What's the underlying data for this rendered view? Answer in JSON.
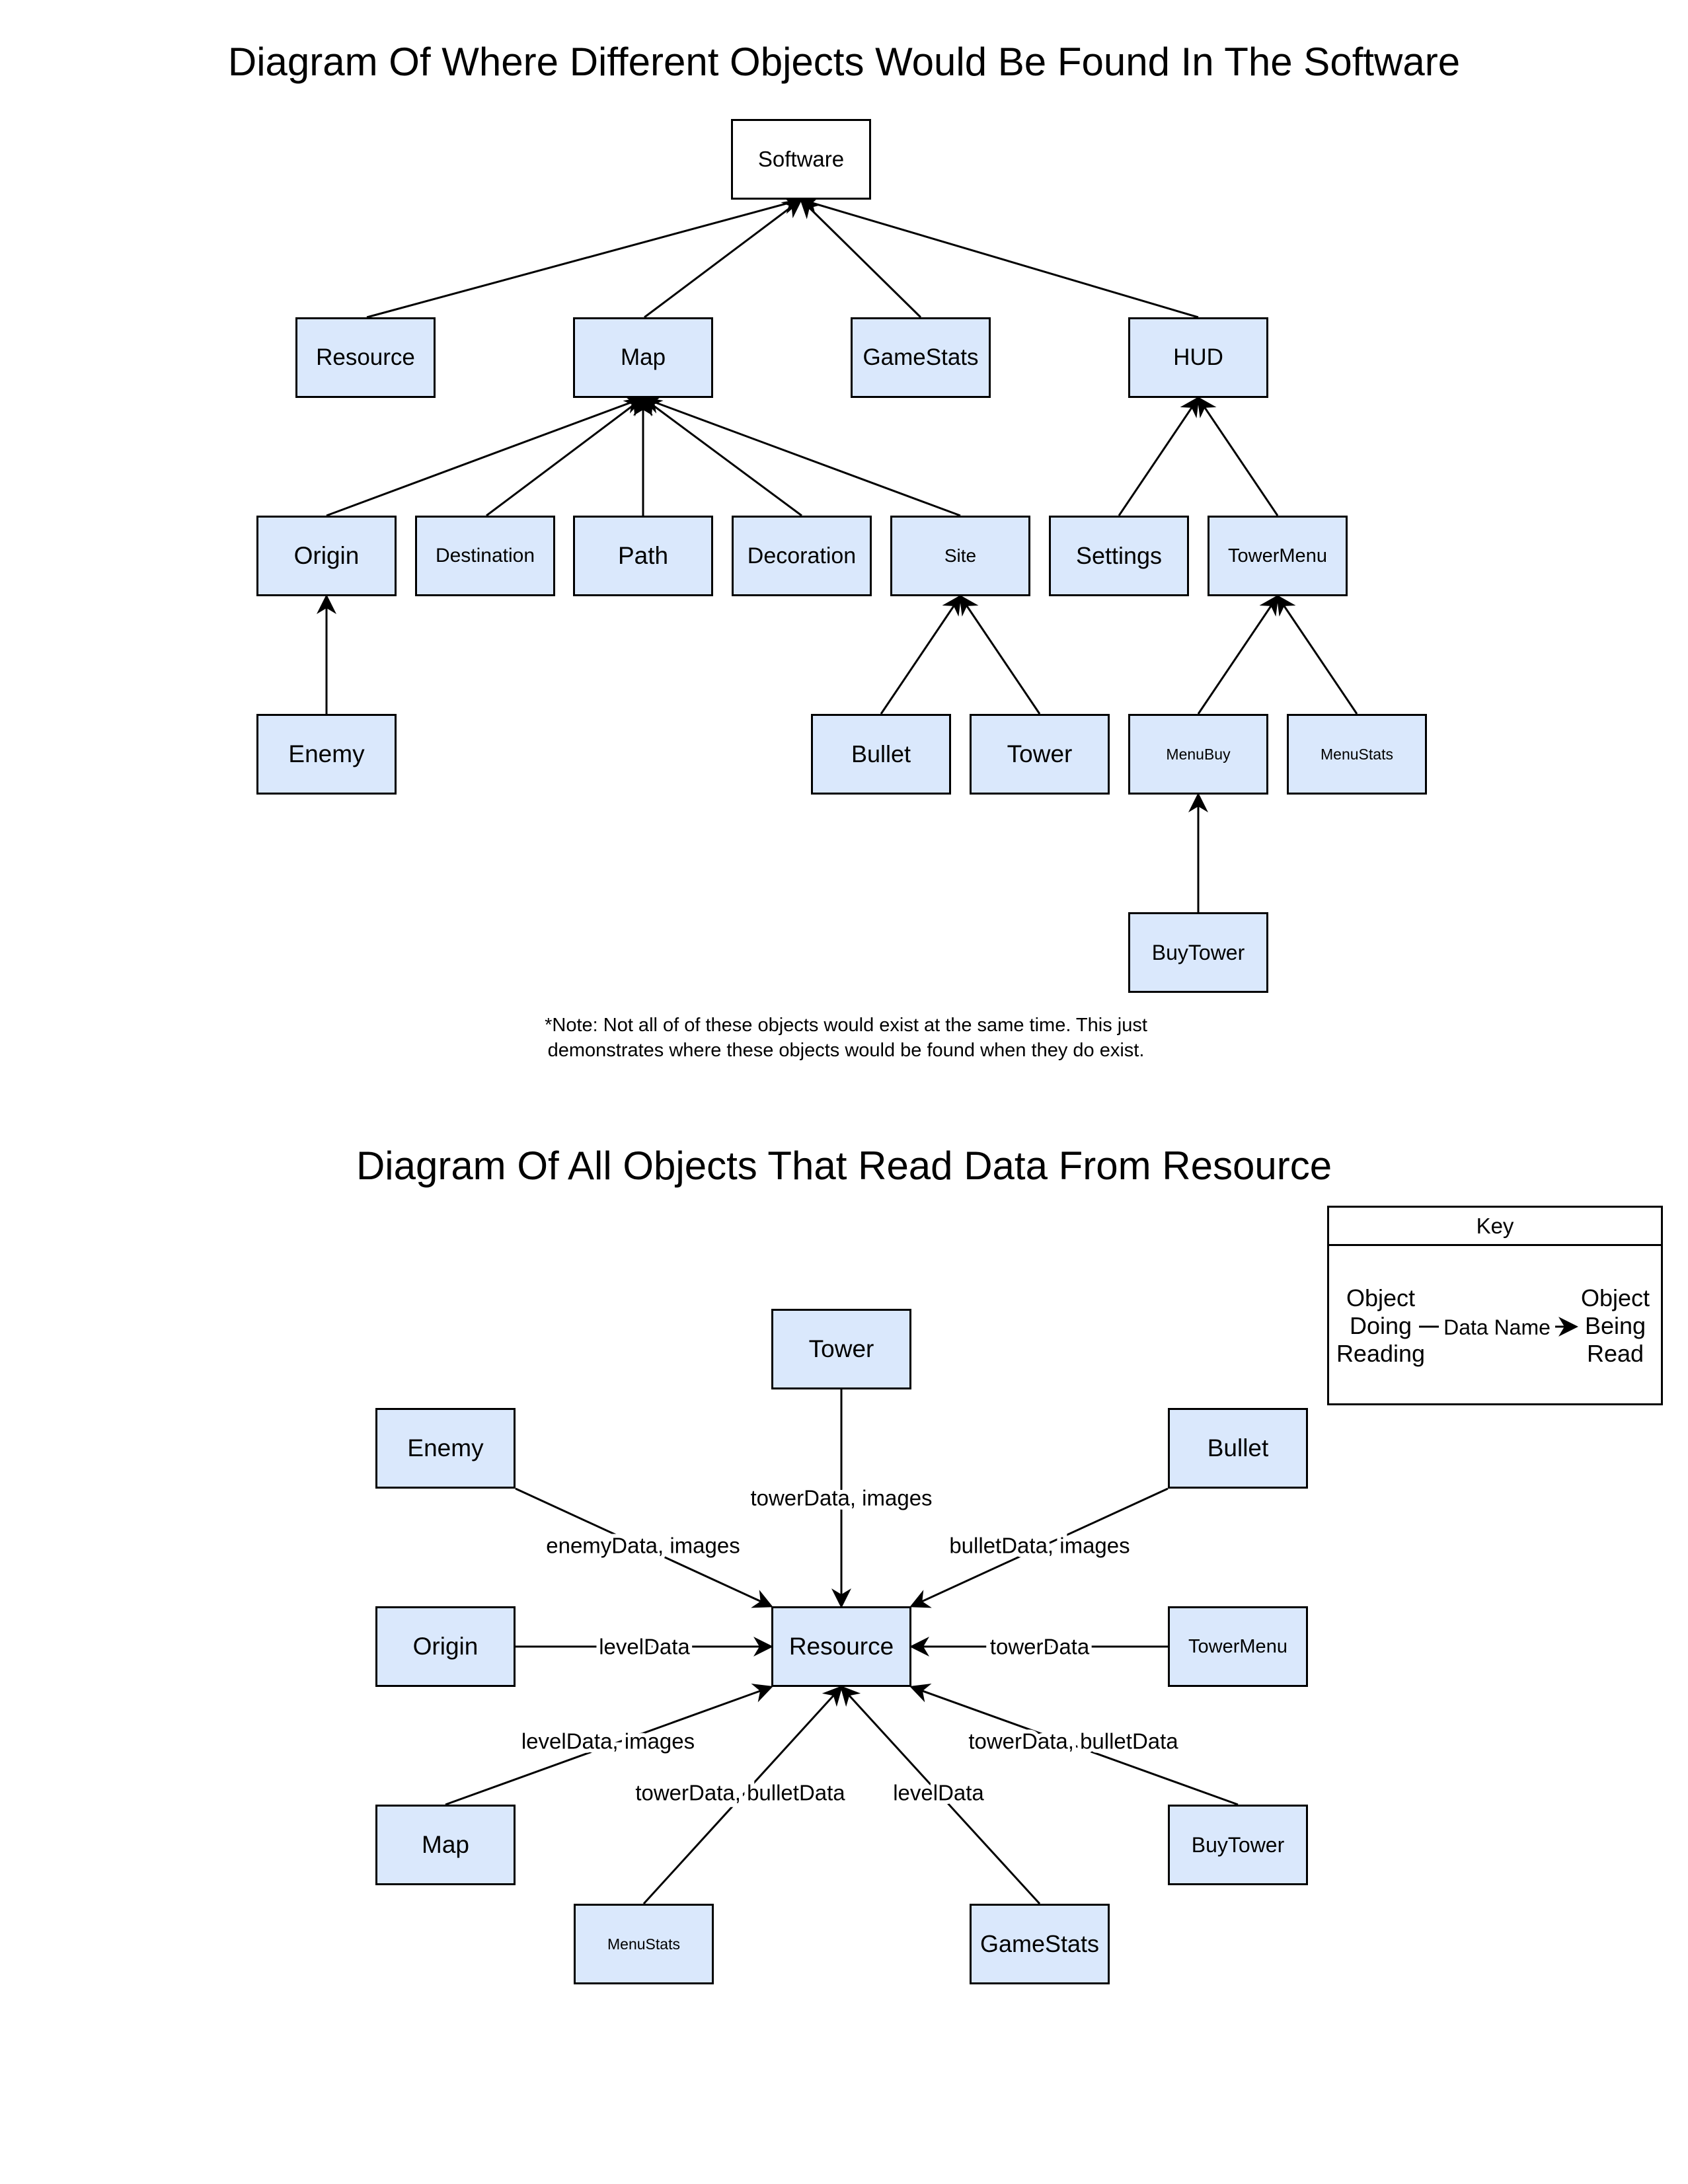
{
  "top_diagram": {
    "title": "Diagram Of Where Different Objects Would Be Found In The Software",
    "note": "*Note: Not all of of these objects would exist at the same time. This just demonstrates where these objects would be found when they do exist.",
    "nodes": [
      {
        "id": "software",
        "label": "Software"
      },
      {
        "id": "resource",
        "label": "Resource"
      },
      {
        "id": "map",
        "label": "Map"
      },
      {
        "id": "gamestats",
        "label": "GameStats"
      },
      {
        "id": "hud",
        "label": "HUD"
      },
      {
        "id": "origin",
        "label": "Origin"
      },
      {
        "id": "destination",
        "label": "Destination"
      },
      {
        "id": "path",
        "label": "Path"
      },
      {
        "id": "decoration",
        "label": "Decoration"
      },
      {
        "id": "site",
        "label": "Site"
      },
      {
        "id": "settings",
        "label": "Settings"
      },
      {
        "id": "towermenu",
        "label": "TowerMenu"
      },
      {
        "id": "enemy",
        "label": "Enemy"
      },
      {
        "id": "bullet",
        "label": "Bullet"
      },
      {
        "id": "tower",
        "label": "Tower"
      },
      {
        "id": "menubuy",
        "label": "MenuBuy"
      },
      {
        "id": "menustats",
        "label": "MenuStats"
      },
      {
        "id": "buytower",
        "label": "BuyTower"
      }
    ],
    "edges": [
      {
        "from": "resource",
        "to": "software"
      },
      {
        "from": "map",
        "to": "software"
      },
      {
        "from": "gamestats",
        "to": "software"
      },
      {
        "from": "hud",
        "to": "software"
      },
      {
        "from": "origin",
        "to": "map"
      },
      {
        "from": "destination",
        "to": "map"
      },
      {
        "from": "path",
        "to": "map"
      },
      {
        "from": "decoration",
        "to": "map"
      },
      {
        "from": "site",
        "to": "map"
      },
      {
        "from": "settings",
        "to": "hud"
      },
      {
        "from": "towermenu",
        "to": "hud"
      },
      {
        "from": "enemy",
        "to": "origin"
      },
      {
        "from": "bullet",
        "to": "site"
      },
      {
        "from": "tower",
        "to": "site"
      },
      {
        "from": "menubuy",
        "to": "towermenu"
      },
      {
        "from": "menustats",
        "to": "towermenu"
      },
      {
        "from": "buytower",
        "to": "menubuy"
      }
    ]
  },
  "bottom_diagram": {
    "title": "Diagram Of All Objects That Read Data From Resource",
    "nodes": [
      {
        "id": "resource",
        "label": "Resource"
      },
      {
        "id": "tower",
        "label": "Tower"
      },
      {
        "id": "enemy",
        "label": "Enemy"
      },
      {
        "id": "bullet",
        "label": "Bullet"
      },
      {
        "id": "origin",
        "label": "Origin"
      },
      {
        "id": "towermenu",
        "label": "TowerMenu"
      },
      {
        "id": "map",
        "label": "Map"
      },
      {
        "id": "buytower",
        "label": "BuyTower"
      },
      {
        "id": "menustats",
        "label": "MenuStats"
      },
      {
        "id": "gamestats",
        "label": "GameStats"
      }
    ],
    "edges": [
      {
        "from": "tower",
        "to": "resource",
        "label": "towerData, images"
      },
      {
        "from": "enemy",
        "to": "resource",
        "label": "enemyData, images"
      },
      {
        "from": "bullet",
        "to": "resource",
        "label": "bulletData, images"
      },
      {
        "from": "origin",
        "to": "resource",
        "label": "levelData"
      },
      {
        "from": "towermenu",
        "to": "resource",
        "label": "towerData"
      },
      {
        "from": "map",
        "to": "resource",
        "label": "levelData, images"
      },
      {
        "from": "buytower",
        "to": "resource",
        "label": "towerData, bulletData"
      },
      {
        "from": "menustats",
        "to": "resource",
        "label": "towerData, bulletData"
      },
      {
        "from": "gamestats",
        "to": "resource",
        "label": "levelData"
      }
    ],
    "key": {
      "title": "Key",
      "reader": "Object Doing Reading",
      "data": "Data Name",
      "target": "Object Being Read"
    }
  },
  "colors": {
    "node_fill": "#dae8fc",
    "root_fill": "#ffffff",
    "stroke": "#000000"
  }
}
